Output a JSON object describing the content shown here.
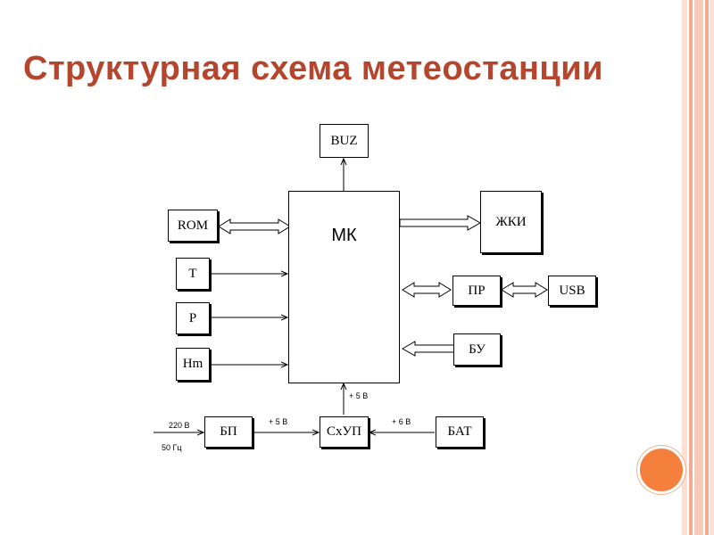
{
  "slide": {
    "title": "Структурная схема метеостанции",
    "colors": {
      "title": "#b5452c",
      "stripe_a": "#f7c9b8",
      "stripe_b": "#f2a98f",
      "accent_circle": "#f57f3c"
    }
  },
  "diagram": {
    "blocks": {
      "buz": "BUZ",
      "mk": "МК",
      "rom": "ROM",
      "t": "Т",
      "p": "Р",
      "hm": "Hm",
      "zhki": "ЖКИ",
      "pr": "ПР",
      "usb": "USB",
      "bu": "БУ",
      "bp": "БП",
      "schup": "СхУП",
      "bat": "БАТ"
    },
    "labels": {
      "v5_top": "+ 5 В",
      "v5_left": "+ 5 В",
      "v6": "+ 6 В",
      "v220": "220 В",
      "hz50": "50 Гц"
    }
  }
}
